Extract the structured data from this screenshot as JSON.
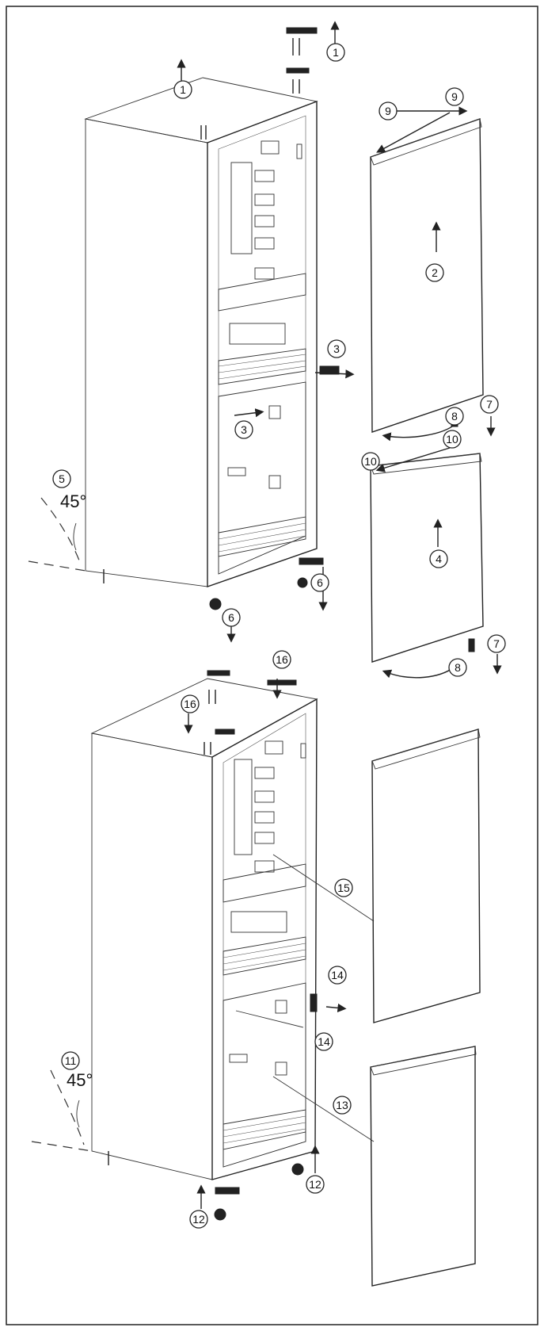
{
  "callouts": {
    "c1": "1",
    "c2": "2",
    "c3": "3",
    "c4": "4",
    "c5": "5",
    "c6": "6",
    "c7": "7",
    "c8": "8",
    "c9": "9",
    "c10": "10",
    "c11": "11",
    "c12": "12",
    "c13": "13",
    "c14": "14",
    "c15": "15",
    "c16": "16"
  },
  "angles": {
    "top_tilt": "45°",
    "bottom_tilt": "45°"
  }
}
